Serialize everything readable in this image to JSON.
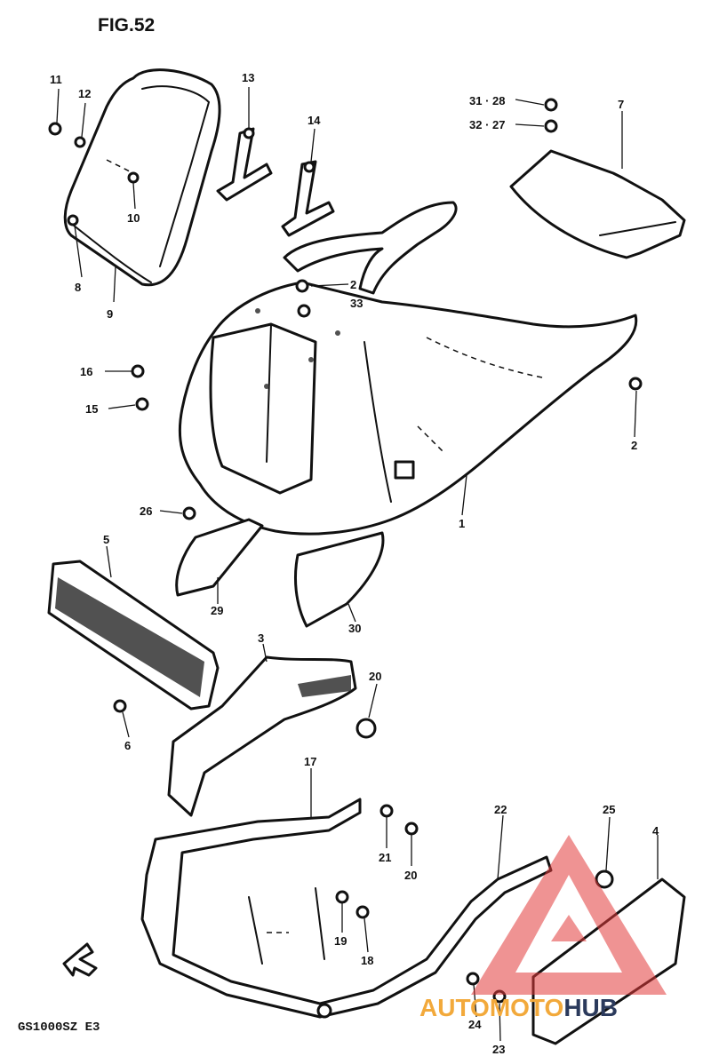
{
  "figure_title": "FIG.52",
  "model_code": "GS1000SZ E3",
  "watermark": {
    "part1": "AUTO",
    "part2": "MOTO",
    "part3": "HUB",
    "color_primary": "#f2a93b",
    "color_accent": "#e23b3b",
    "color_dark": "#2b3a5c"
  },
  "callouts": {
    "c1": "1",
    "c2a": "2",
    "c2b": "2",
    "c3": "3",
    "c4": "4",
    "c5": "5",
    "c6": "6",
    "c7": "7",
    "c8": "8",
    "c9": "9",
    "c10": "10",
    "c11": "11",
    "c12": "12",
    "c13": "13",
    "c14": "14",
    "c15": "15",
    "c16": "16",
    "c17": "17",
    "c18": "18",
    "c19": "19",
    "c20a": "20",
    "c20b": "20",
    "c21": "21",
    "c22": "22",
    "c23": "23",
    "c24": "24",
    "c25": "25",
    "c26": "26",
    "c29": "29",
    "c30": "30",
    "c33": "33",
    "c31_28": "31 · 28",
    "c32_27": "32 · 27"
  }
}
